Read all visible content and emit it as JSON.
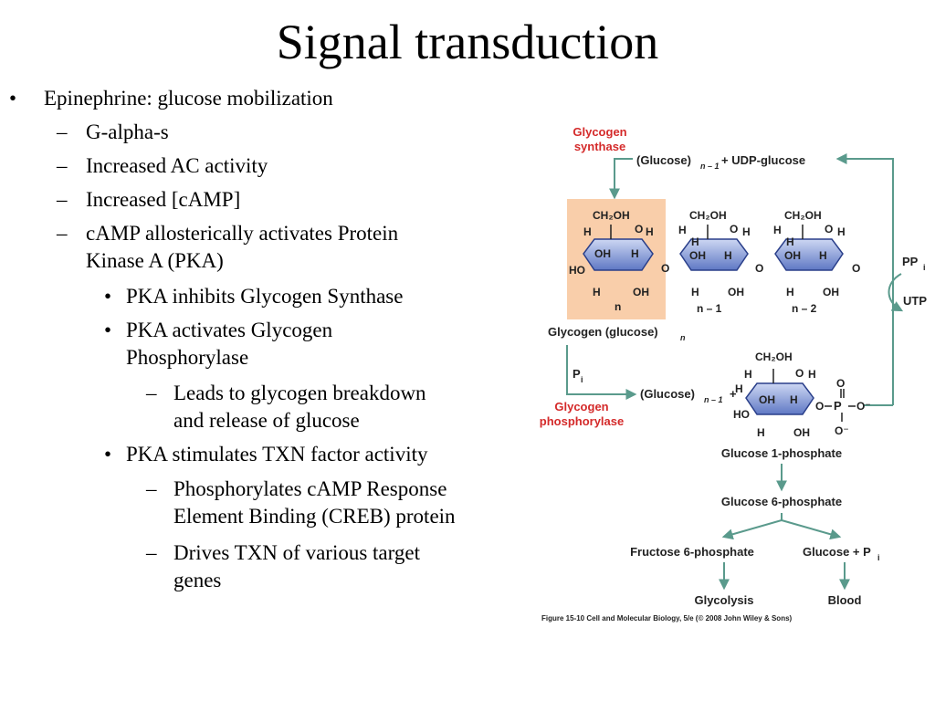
{
  "title": "Signal transduction",
  "bullets": {
    "l1": "Epinephrine: glucose mobilization",
    "l2a": "G-alpha-s",
    "l2b": "Increased AC activity",
    "l2c": "Increased [cAMP]",
    "l2d_1": "cAMP allosterically activates Protein",
    "l2d_2": "Kinase A (PKA)",
    "l3a": "PKA inhibits Glycogen Synthase",
    "l3b_1": "PKA activates  Glycogen",
    "l3b_2": "Phosphorylase",
    "l4a_1": "Leads to glycogen breakdown",
    "l4a_2": "and release of glucose",
    "l3c": "PKA stimulates TXN factor activity",
    "l4b_1": "Phosphorylates cAMP Response",
    "l4b_2": "Element Binding (CREB) protein",
    "l4c_1": "Drives TXN of various target",
    "l4c_2": "genes",
    "dot": "•",
    "dash": "–"
  },
  "figure": {
    "glycogen_synthase_1": "Glycogen",
    "glycogen_synthase_2": "synthase",
    "glucose_n1": "(Glucose)",
    "sub_n1": "n – 1",
    "plus_udp": "+ UDP-glucose",
    "ch2oh": "CH₂OH",
    "h": "H",
    "oh": "OH",
    "ho": "HO",
    "o": "O",
    "label_n": "n",
    "label_n1": "n – 1",
    "label_n2": "n – 2",
    "ppi": "PP",
    "sub_i": "i",
    "utp": "UTP",
    "glycogen_glucose": "Glycogen (glucose)",
    "sub_n": "n",
    "pi": "P",
    "glycogen_phos_1": "Glycogen",
    "glycogen_phos_2": "phosphorylase",
    "glucose_n1_plus": "(Glucose)",
    "plus": "+",
    "p": "P",
    "o_minus": "O⁻",
    "g1p": "Glucose 1-phosphate",
    "g6p": "Glucose 6-phosphate",
    "f6p": "Fructose 6-phosphate",
    "glucose_pi": "Glucose + P",
    "glycolysis": "Glycolysis",
    "blood": "Blood",
    "caption": "Figure 15-10  Cell and Molecular Biology, 5/e (© 2008 John Wiley & Sons)"
  },
  "colors": {
    "arrow": "#5a9a8c",
    "red_label": "#d42a2a",
    "ring": "#7f95d4",
    "highlight": "#f9ceaa"
  }
}
